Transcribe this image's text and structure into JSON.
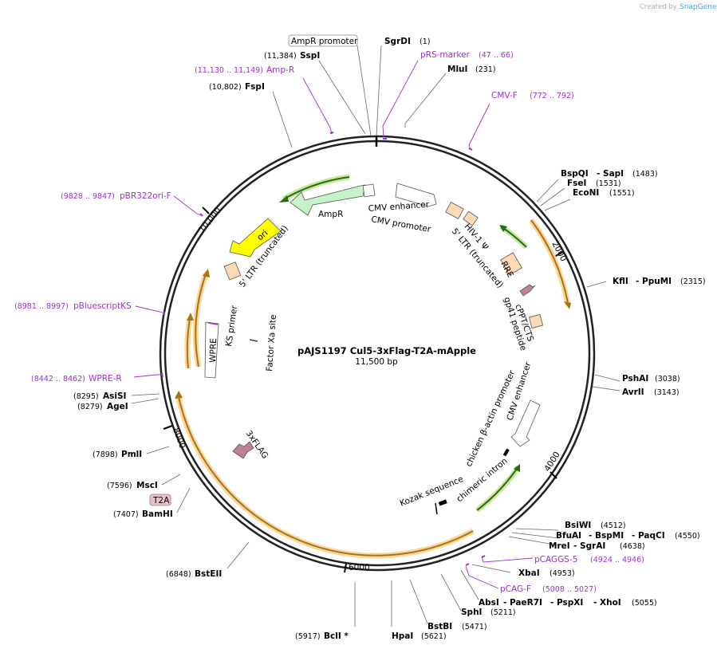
{
  "plasmid": {
    "name": "pAJS1197 Cul5-3xFlag-T2A-mApple",
    "size_label": "11,500 bp",
    "length": 11500
  },
  "branding": {
    "created_by": "Created by",
    "app": "SnapGene"
  },
  "ticks": [
    {
      "label": "2000",
      "pos": 2000
    },
    {
      "label": "4000",
      "pos": 4000
    },
    {
      "label": "6000",
      "pos": 6000
    },
    {
      "label": "8000",
      "pos": 8000
    },
    {
      "label": "10,000",
      "pos": 10000
    }
  ],
  "sites": [
    {
      "id": "sgrdi",
      "name": "SgrDI",
      "pos_label": "(1)",
      "kind": "enzyme"
    },
    {
      "id": "prs",
      "name": "pRS-marker",
      "pos_label": "(47 .. 66)",
      "kind": "primer"
    },
    {
      "id": "mlui",
      "name": "MluI",
      "pos_label": "(231)",
      "kind": "enzyme"
    },
    {
      "id": "cmvf",
      "name": "CMV-F",
      "pos_label": "(772 .. 792)",
      "kind": "primer"
    },
    {
      "id": "bspqi",
      "name": "BspQI",
      "name2": "- SapI",
      "pos_label": "(1483)",
      "kind": "enzyme"
    },
    {
      "id": "fsei",
      "name": "FseI",
      "pos_label": "(1531)",
      "kind": "enzyme"
    },
    {
      "id": "econi",
      "name": "EcoNI",
      "pos_label": "(1551)",
      "kind": "enzyme"
    },
    {
      "id": "kfli",
      "name": "KflI",
      "name2": "- PpuMI",
      "pos_label": "(2315)",
      "kind": "enzyme"
    },
    {
      "id": "pshai",
      "name": "PshAI",
      "pos_label": "(3038)",
      "kind": "enzyme"
    },
    {
      "id": "avrii",
      "name": "AvrII",
      "pos_label": "(3143)",
      "kind": "enzyme"
    },
    {
      "id": "bsiwi",
      "name": "BsiWI",
      "pos_label": "(4512)",
      "kind": "enzyme"
    },
    {
      "id": "bfuai",
      "name": "BfuAI",
      "name2": "- BspMI",
      "name3": "- PaqCI",
      "pos_label": "(4550)",
      "kind": "enzyme"
    },
    {
      "id": "mrei",
      "name": "MreI",
      "name2": "- SgrAI",
      "pos_label": "(4638)",
      "kind": "enzyme"
    },
    {
      "id": "pcaggs",
      "name": "pCAGGS-5",
      "pos_label": "(4924 .. 4946)",
      "kind": "primer"
    },
    {
      "id": "xbai",
      "name": "XbaI",
      "pos_label": "(4953)",
      "kind": "enzyme"
    },
    {
      "id": "pcagf",
      "name": "pCAG-F",
      "pos_label": "(5008 .. 5027)",
      "kind": "primer"
    },
    {
      "id": "absi",
      "name": "AbsI",
      "name2": "- PaeR7I",
      "name3": "- PspXI",
      "name4": "- XhoI",
      "pos_label": "(5055)",
      "kind": "enzyme"
    },
    {
      "id": "sphi",
      "name": "SphI",
      "pos_label": "(5211)",
      "kind": "enzyme"
    },
    {
      "id": "bstbi",
      "name": "BstBI",
      "pos_label": "(5471)",
      "kind": "enzyme"
    },
    {
      "id": "hpai",
      "name": "HpaI",
      "pos_label": "(5621)",
      "kind": "enzyme"
    },
    {
      "id": "bcli",
      "name": "BclI *",
      "pos_label": "(5917)",
      "kind": "enzyme"
    },
    {
      "id": "bsteii",
      "name": "BstEII",
      "pos_label": "(6848)",
      "kind": "enzyme"
    },
    {
      "id": "bamhi",
      "name": "BamHI",
      "pos_label": "(7407)",
      "kind": "enzyme"
    },
    {
      "id": "msci",
      "name": "MscI",
      "pos_label": "(7596)",
      "kind": "enzyme"
    },
    {
      "id": "pmli",
      "name": "PmlI",
      "pos_label": "(7898)",
      "kind": "enzyme"
    },
    {
      "id": "agei",
      "name": "AgeI",
      "pos_label": "(8279)",
      "kind": "enzyme"
    },
    {
      "id": "asisi",
      "name": "AsiSI",
      "pos_label": "(8295)",
      "kind": "enzyme"
    },
    {
      "id": "wprer",
      "name": "WPRE-R",
      "pos_label": "(8442 .. 8462)",
      "kind": "primer"
    },
    {
      "id": "pbks",
      "name": "pBluescriptKS",
      "pos_label": "(8981 .. 8997)",
      "kind": "primer"
    },
    {
      "id": "pbr",
      "name": "pBR322ori-F",
      "pos_label": "(9828 .. 9847)",
      "kind": "primer"
    },
    {
      "id": "fspi",
      "name": "FspI",
      "pos_label": "(10,802)",
      "kind": "enzyme"
    },
    {
      "id": "ampr",
      "name": "Amp-R",
      "pos_label": "(11,130 .. 11,149)",
      "kind": "primer"
    },
    {
      "id": "sspi",
      "name": "SspI",
      "pos_label": "(11,384)",
      "kind": "enzyme"
    }
  ],
  "features": [
    {
      "id": "ampr_promoter",
      "label": "AmpR promoter",
      "boxed": true
    },
    {
      "id": "ampr",
      "label": "AmpR"
    },
    {
      "id": "ori",
      "label": "ori"
    },
    {
      "id": "cmv_enh",
      "label": "CMV enhancer"
    },
    {
      "id": "cmv_prom",
      "label": "CMV promoter"
    },
    {
      "id": "hiv_psi",
      "label": "HIV-1 Ψ"
    },
    {
      "id": "ltr_5_right",
      "label": "5' LTR (truncated)"
    },
    {
      "id": "ltr_5_left",
      "label": "5' LTR (truncated)"
    },
    {
      "id": "rre",
      "label": "RRE"
    },
    {
      "id": "cppt",
      "label": "cPPT/CTS"
    },
    {
      "id": "gp41",
      "label": "gp41 peptide"
    },
    {
      "id": "cmv_enh2",
      "label": "CMV enhancer"
    },
    {
      "id": "cba_prom",
      "label": "chicken β-actin promoter"
    },
    {
      "id": "chim_intron",
      "label": "chimeric intron"
    },
    {
      "id": "kozak",
      "label": "Kozak sequence"
    },
    {
      "id": "flag",
      "label": "3xFLAG"
    },
    {
      "id": "t2a",
      "label": "T2A",
      "boxed": true
    },
    {
      "id": "wpre",
      "label": "WPRE"
    },
    {
      "id": "ks_primer",
      "label": "KS primer"
    },
    {
      "id": "fxa",
      "label": "Factor Xa site"
    }
  ],
  "colors": {
    "backbone": "#222222",
    "primer": "#9933cc",
    "orf_orange": "#f0a830",
    "orf_halo": "#f7d9a0",
    "green": "#3a8a1a",
    "green_halo": "#c8e8a0",
    "ampr_fill": "#c6f4c8",
    "ori_fill": "#ffff00",
    "misc_fill": "#fdd9b5",
    "flag_fill": "#c08098",
    "t2a_fill": "#e8c0c8"
  }
}
